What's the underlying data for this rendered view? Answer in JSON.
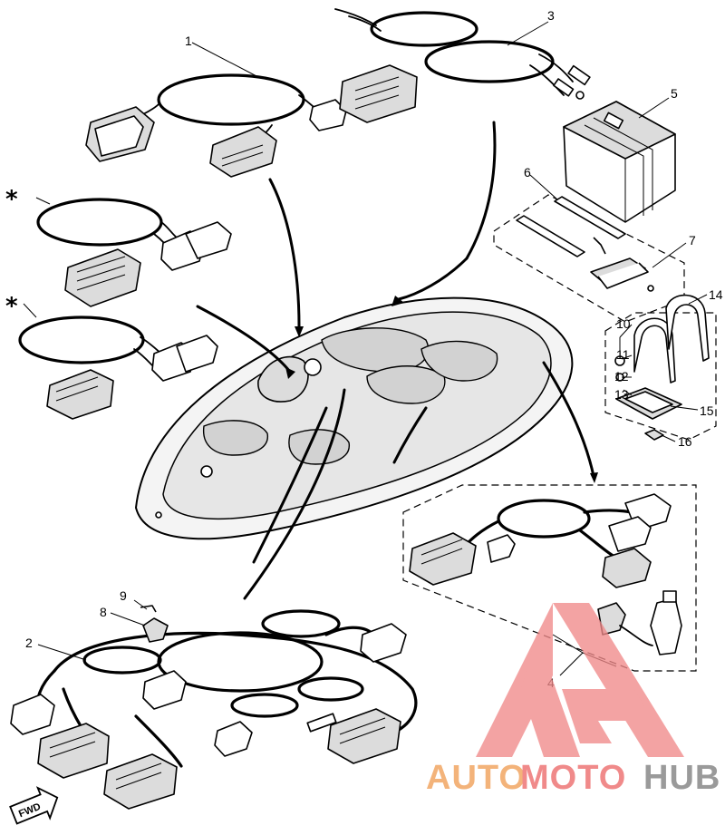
{
  "callouts": {
    "c1": "1",
    "c2": "2",
    "c3": "3",
    "c4": "4",
    "c5": "5",
    "c6": "6",
    "c7": "7",
    "c8": "8",
    "c9": "9",
    "c10": "10",
    "c11": "11",
    "c12": "12",
    "c13": "13",
    "c14": "14",
    "c15": "15",
    "c16": "16",
    "star_a": "*",
    "star_b": "*"
  },
  "fwd_label": "FWD",
  "watermark": {
    "part1": "AUTO",
    "part2": "MOTO",
    "part3": "HUB",
    "color_orange": "#f3b37a",
    "color_red": "#f08a8a",
    "color_gray": "#9a9a9a"
  }
}
